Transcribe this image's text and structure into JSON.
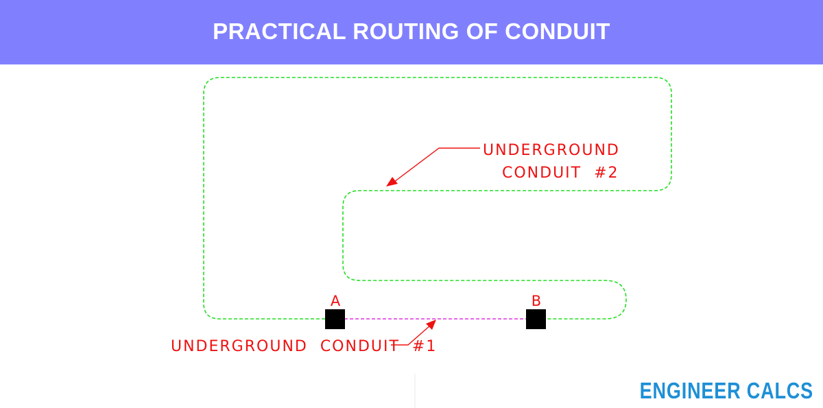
{
  "header": {
    "title": "PRACTICAL ROUTING OF CONDUIT",
    "background_color": "#8080ff"
  },
  "diagram": {
    "point_a_label": "A",
    "point_b_label": "B",
    "conduit_1_label": "UNDERGROUND  CONDUIT  #1",
    "conduit_2_line1": "UNDERGROUND",
    "conduit_2_line2": "CONDUIT  #2",
    "colors": {
      "conduit_1": "#dd33dd",
      "conduit_2": "#22dd22",
      "labels": "#ee1111",
      "points": "#000000"
    }
  },
  "brand": {
    "part1": "ENGINEER",
    "part2": "CALCS",
    "color": "#1e8fd6"
  }
}
